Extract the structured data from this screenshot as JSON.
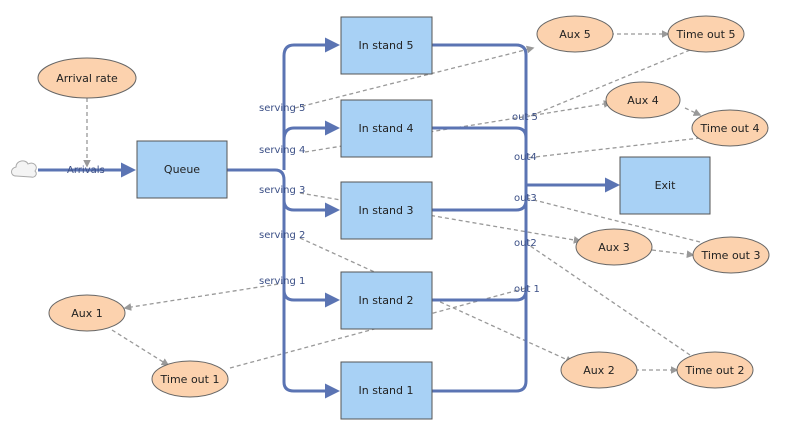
{
  "colors": {
    "flow": "#5b74b3",
    "stock_fill": "#a8d1f5",
    "stock_stroke": "#555555",
    "aux_fill": "#fcd2ae",
    "aux_stroke": "#666666",
    "link": "#999999"
  },
  "icons": {
    "source": "cloud-icon"
  },
  "stocks": {
    "queue": "Queue",
    "stand1": "In stand 1",
    "stand2": "In stand 2",
    "stand3": "In stand 3",
    "stand4": "In stand 4",
    "stand5": "In stand 5",
    "exit": "Exit"
  },
  "auxiliaries": {
    "arrival_rate": "Arrival rate",
    "aux1": "Aux 1",
    "aux2": "Aux 2",
    "aux3": "Aux 3",
    "aux4": "Aux 4",
    "aux5": "Aux 5",
    "timeout1": "Time out 1",
    "timeout2": "Time out 2",
    "timeout3": "Time out 3",
    "timeout4": "Time out 4",
    "timeout5": "Time out 5"
  },
  "flows": {
    "arrivals": "Arrivals",
    "serving1": "serving 1",
    "serving2": "serving 2",
    "serving3": "serving 3",
    "serving4": "serving 4",
    "serving5": "serving 5",
    "out1": "out 1",
    "out2": "out2",
    "out3": "out3",
    "out4": "out4",
    "out5": "out 5"
  }
}
